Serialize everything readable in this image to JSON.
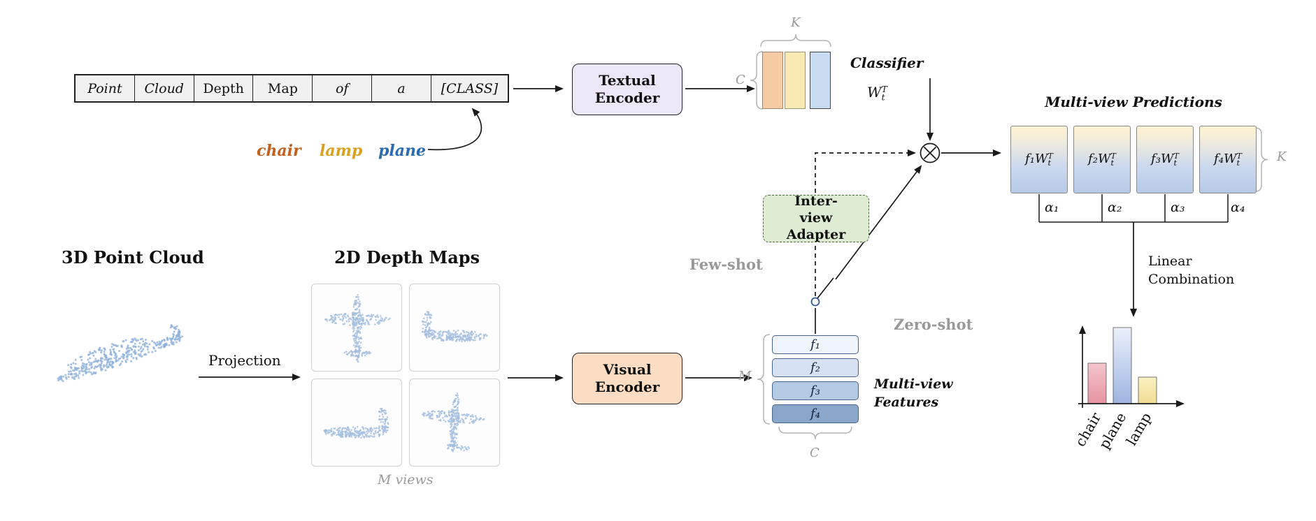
{
  "prompt": {
    "cells": [
      "Point",
      "Cloud",
      "Depth",
      "Map",
      "of",
      "a",
      "[CLASS]"
    ],
    "class_words": [
      {
        "label": "chair",
        "color": "#c2611e"
      },
      {
        "label": "lamp",
        "color": "#d9a11f"
      },
      {
        "label": "plane",
        "color": "#2b6cb0"
      }
    ]
  },
  "encoders": {
    "textual": "Textual Encoder",
    "visual": "Visual Encoder",
    "adapter": "Inter-view Adapter"
  },
  "classifier": {
    "label": "Classifier",
    "w_base": "W",
    "w_sub": "t",
    "w_sup": "T",
    "dim_top": "K",
    "dim_left": "C",
    "columns": [
      "#f6caa2",
      "#f8e9b2",
      "#cadcf2"
    ]
  },
  "flow": {
    "few_shot": "Few-shot",
    "zero_shot": "Zero-shot",
    "projection": "Projection",
    "linear_combination": "Linear Combination"
  },
  "features": {
    "title": "Multi-view Features",
    "rows": [
      "f₁",
      "f₂",
      "f₃",
      "f₄"
    ],
    "dim_left": "M",
    "dim_bottom": "C",
    "fills": [
      "#f0f5fb",
      "#d6e2f2",
      "#b4c9e4",
      "#8aa6cb"
    ]
  },
  "predictions": {
    "title": "Multi-view Predictions",
    "f_terms": [
      "f₁",
      "f₂",
      "f₃",
      "f₄"
    ],
    "alphas": [
      "α₁",
      "α₂",
      "α₃",
      "α₄"
    ],
    "dim_right": "K"
  },
  "sections": {
    "point_cloud": "3D Point Cloud",
    "depth_maps": "2D Depth Maps",
    "m_views": "M views"
  },
  "chart_data": {
    "type": "bar",
    "title": "",
    "categories": [
      "chair",
      "plane",
      "lamp"
    ],
    "values": [
      0.5,
      0.95,
      0.33
    ],
    "colors": [
      "#eaa9b4",
      "#a9bee8",
      "#f6e9a8"
    ],
    "xlabel": "",
    "ylabel": "",
    "legend": false,
    "grid": false,
    "axis_ticks": "none"
  },
  "theme": {
    "arrow": "#1a1a1a",
    "brace_gray": "#b3b3b3",
    "label_gray": "#9a9a9a",
    "textual_fill": "#ece7f7",
    "visual_fill": "#fcdcc2",
    "adapter_fill": "#ddecd2",
    "point_color": "#8fb3dc",
    "depth_point_color": "#a3bede"
  }
}
